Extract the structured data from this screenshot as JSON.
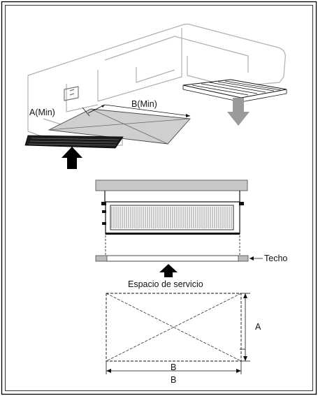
{
  "labels": {
    "a_min": "A(Min)",
    "b_min": "B(Min)",
    "ceiling": "Techo",
    "service_space": "Espacio de servicio",
    "dim_a": "A",
    "dim_b_inner": "B",
    "dim_b_outer": "B"
  },
  "colors": {
    "frame": "#000000",
    "line": "#111111",
    "ghost_line": "#b0b0b0",
    "ceiling_fill": "#c8c8c8",
    "service_fill": "#bdbdbd",
    "arrow_gray": "#9a9a9a",
    "arrow_dark": "#000000"
  }
}
